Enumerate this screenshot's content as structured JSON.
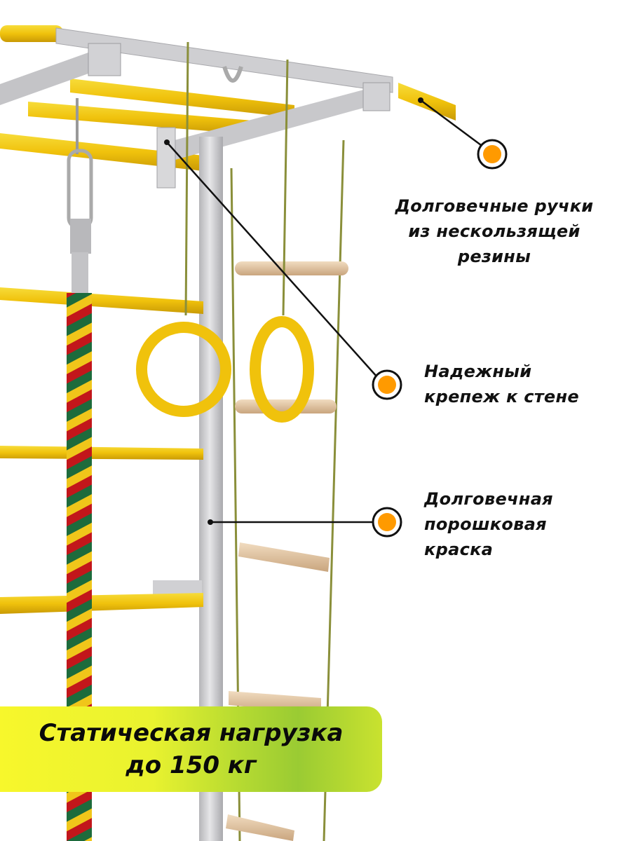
{
  "callouts": {
    "handles": {
      "lines": [
        "Долговечные ручки",
        "из нескользящей",
        "резины"
      ]
    },
    "mount": {
      "lines": [
        "Надежный",
        "крепеж к стене"
      ]
    },
    "paint": {
      "lines": [
        "Долговечная",
        "порошковая",
        "краска"
      ]
    }
  },
  "banner": {
    "lines": [
      "Статическая нагрузка",
      "до 150 кг"
    ]
  },
  "colors": {
    "marker": "#ff9a00",
    "bar": "#f2c80f",
    "frame": "#c9c9cb",
    "banner_start": "#f7f72c",
    "banner_mid": "#9acb33"
  }
}
